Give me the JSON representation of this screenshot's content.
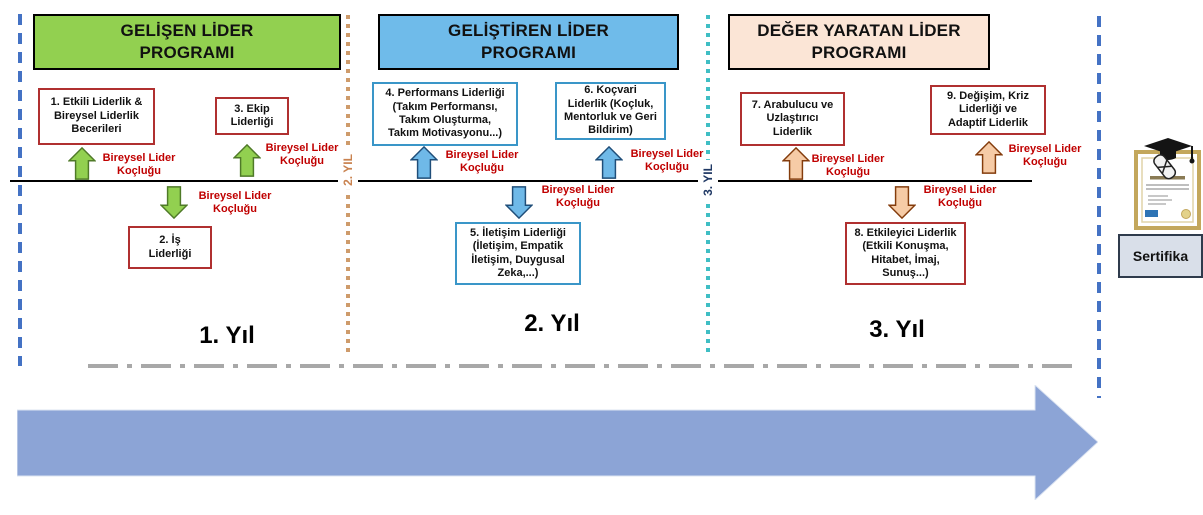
{
  "diagram": {
    "title_note": "Leadership program roadmap (Turkish)",
    "sections": [
      {
        "title": "GELİŞEN LİDER\nPROGRAMI",
        "year_label": "1. Yıl",
        "boxes": [
          {
            "text": "1. Etkili Liderlik &\nBireysel Liderlik\nBecerileri"
          },
          {
            "text": "2. İş\nLiderliği"
          },
          {
            "text": "3. Ekip\nLiderliği"
          }
        ]
      },
      {
        "title": "GELİŞTİREN LİDER\nPROGRAMI",
        "year_label": "2. Yıl",
        "boxes": [
          {
            "text": "4. Performans Liderliği\n(Takım Performansı,\nTakım Oluşturma,\nTakım Motivasyonu...)"
          },
          {
            "text": "5. İletişim Liderliği\n(İletişim, Empatik\nİletişim, Duygusal\nZeka,...)"
          },
          {
            "text": "6. Koçvari\nLiderlik (Koçluk,\nMentorluk ve Geri\nBildirim)"
          }
        ]
      },
      {
        "title": "DEĞER YARATAN LİDER\nPROGRAMI",
        "year_label": "3. Yıl",
        "boxes": [
          {
            "text": "7. Arabulucu ve\nUzlaştırıcı\nLiderlik"
          },
          {
            "text": "8. Etkileyici Liderlik\n(Etkili Konuşma,\nHitabet, İmaj,\nSunuş...)"
          },
          {
            "text": "9. Değişim, Kriz\nLiderliği ve\nAdaptif Liderlik"
          }
        ]
      }
    ],
    "coaching_label": "Bireysel Lider\nKoçluğu",
    "dividers": [
      {
        "label": "2. YIL"
      },
      {
        "label": "3. YIL"
      }
    ],
    "certificate": {
      "label": "Sertifika"
    },
    "colors": {
      "section1_header": "#92D050",
      "section2_header": "#6FBBEA",
      "section3_header": "#FBE5D6",
      "box_border_red": "#B03030",
      "box_border_blue": "#3A96C8",
      "coach_text_red": "#C00000",
      "arrow_green": "#92D050",
      "arrow_blue": "#6FB9E8",
      "arrow_peach": "#F6CBA6",
      "divider1_tan": "#CE9B6B",
      "divider2_teal": "#3FBEC4",
      "divider2_label_navy": "#1F3864",
      "edge_dash_blue": "#4472C4",
      "gray_line": "#A8A8A8",
      "big_arrow_blue": "#8CA4D6"
    }
  }
}
